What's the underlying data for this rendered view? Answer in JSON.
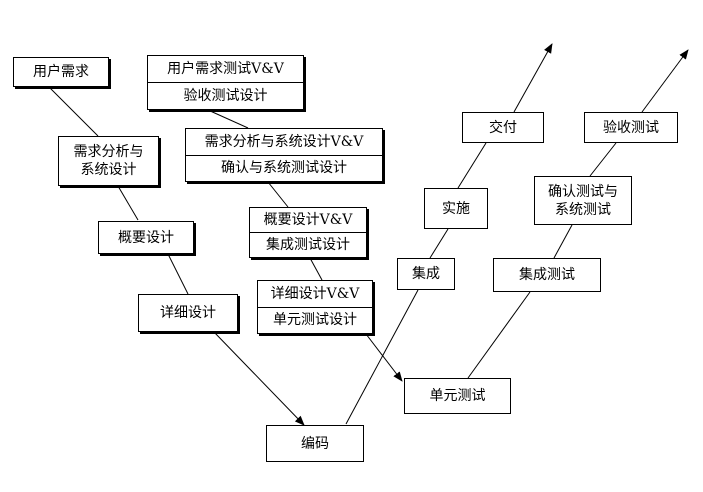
{
  "diagram": {
    "left_branch": {
      "user_requirements": "用户需求",
      "requirements_analysis": [
        "需求分析与",
        "系统设计"
      ],
      "outline_design": "概要设计",
      "detailed_design": "详细设计"
    },
    "verification_boxes": {
      "user_requirements_test": [
        "用户需求测试V&V",
        "验收测试设计"
      ],
      "requirements_analysis_test": [
        "需求分析与系统设计V&V",
        "确认与系统测试设计"
      ],
      "outline_design_test": [
        "概要设计V&V",
        "集成测试设计"
      ],
      "detailed_design_test": [
        "详细设计V&V",
        "单元测试设计"
      ]
    },
    "bottom": {
      "coding": "编码"
    },
    "inner_right_branch": {
      "integration": "集成",
      "implementation": "实施",
      "delivery": "交付"
    },
    "outer_right_branch": {
      "unit_test": "单元测试",
      "integration_test": "集成测试",
      "system_test": [
        "确认测试与",
        "系统测试"
      ],
      "acceptance_test": "验收测试"
    }
  }
}
